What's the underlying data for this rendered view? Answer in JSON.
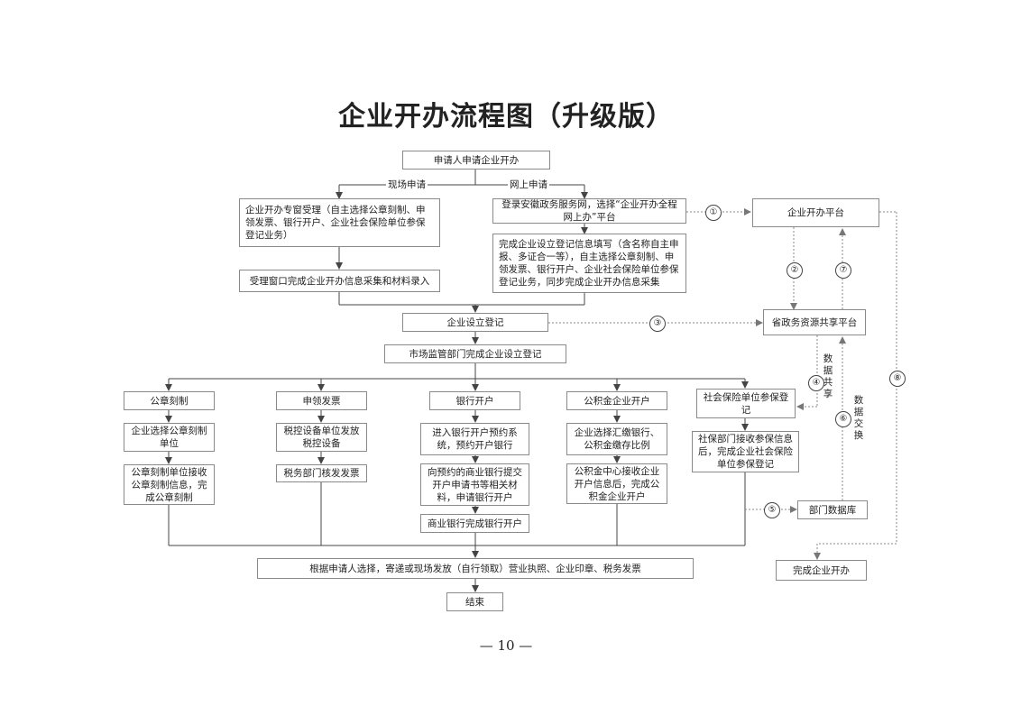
{
  "title": "企业开办流程图（升级版）",
  "page_number": "— 10 —",
  "nodes": {
    "start": "申请人申请企业开办",
    "onsite_accept": "企业开办专窗受理（自主选择公章刻制、申领发票、银行开户、企业社会保险单位参保登记业务）",
    "onsite_collect": "受理窗口完成企业开办信息采集和材料录入",
    "online_login": "登录安徽政务服务网，选择“企业开办全程网上办”平台",
    "online_fill": "完成企业设立登记信息填写（含名称自主申报、多证合一等），自主选择公章刻制、申领发票、银行开户、企业社会保险单位参保登记业务，同步完成企业开办信息采集",
    "platform": "企业开办平台",
    "register": "企业设立登记",
    "share_platform": "省政务资源共享平台",
    "market_reg": "市场监管部门完成企业设立登记",
    "seal": "公章刻制",
    "seal_1": "企业选择公章刻制单位",
    "seal_2": "公章刻制单位接收公章刻制信息，完成公章刻制",
    "invoice": "申领发票",
    "invoice_1": "税控设备单位发放税控设备",
    "invoice_2": "税务部门核发发票",
    "bank": "银行开户",
    "bank_1": "进入银行开户预约系统，预约开户银行",
    "bank_2": "向预约的商业银行提交开户申请书等相关材料，申请银行开户",
    "bank_3": "商业银行完成银行开户",
    "fund": "公积金企业开户",
    "fund_1": "企业选择汇缴银行、公积金缴存比例",
    "fund_2": "公积金中心接收企业开户信息后，完成公积金企业开户",
    "social": "社会保险单位参保登记",
    "social_1": "社保部门接收参保信息后，完成企业社会保险单位参保登记",
    "dept_db": "部门数据库",
    "finish_open": "完成企业开办",
    "deliver": "根据申请人选择，寄递或现场发放（自行领取）营业执照、企业印章、税务发票",
    "end": "结束"
  },
  "edge_labels": {
    "onsite": "现场申请",
    "online": "网上申请",
    "data_share": "数据共享",
    "data_exchange": "数据交换"
  },
  "circle_labels": [
    "①",
    "②",
    "③",
    "④",
    "⑤",
    "⑥",
    "⑦",
    "⑧"
  ]
}
